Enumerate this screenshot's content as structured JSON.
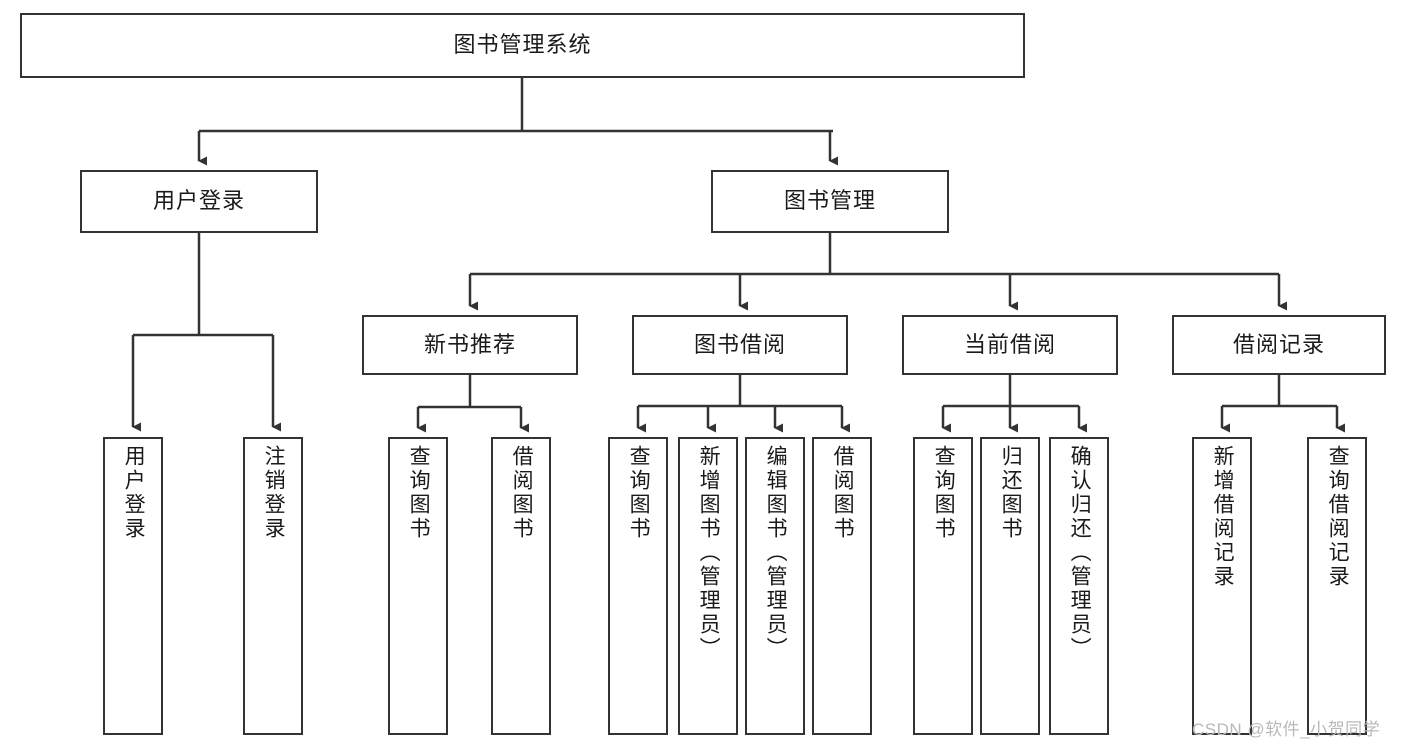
{
  "diagram": {
    "title_node": {
      "label": "图书管理系统"
    },
    "level2": [
      {
        "id": "user-login",
        "label": "用户登录"
      },
      {
        "id": "book-management",
        "label": "图书管理"
      }
    ],
    "level3": [
      {
        "id": "new-book-recommend",
        "label": "新书推荐"
      },
      {
        "id": "book-borrow",
        "label": "图书借阅"
      },
      {
        "id": "current-borrow",
        "label": "当前借阅"
      },
      {
        "id": "borrow-record",
        "label": "借阅记录"
      }
    ],
    "leaves": {
      "user_login": [
        {
          "id": "leaf-user-login",
          "label": "用户登录"
        },
        {
          "id": "leaf-logout-login",
          "label": "注销登录"
        }
      ],
      "new_book_recommend": [
        {
          "id": "leaf-query-book-1",
          "label": "查询图书"
        },
        {
          "id": "leaf-borrow-book-1",
          "label": "借阅图书"
        }
      ],
      "book_borrow": [
        {
          "id": "leaf-query-book-2",
          "label": "查询图书"
        },
        {
          "id": "leaf-add-book",
          "label": "新增图书（管理员）"
        },
        {
          "id": "leaf-edit-book",
          "label": "编辑图书（管理员）"
        },
        {
          "id": "leaf-borrow-book-2",
          "label": "借阅图书"
        }
      ],
      "current_borrow": [
        {
          "id": "leaf-query-book-3",
          "label": "查询图书"
        },
        {
          "id": "leaf-return-book",
          "label": "归还图书"
        },
        {
          "id": "leaf-confirm-return",
          "label": "确认归还（管理员）"
        }
      ],
      "borrow_record": [
        {
          "id": "leaf-add-record",
          "label": "新增借阅记录"
        },
        {
          "id": "leaf-query-record",
          "label": "查询借阅记录"
        }
      ]
    }
  },
  "watermark": {
    "text": "CSDN @软件_小贺同学"
  },
  "colors": {
    "stroke": "#333333",
    "fill": "#ffffff",
    "text": "#1a1a1a",
    "watermark": "#b9b9b9"
  }
}
